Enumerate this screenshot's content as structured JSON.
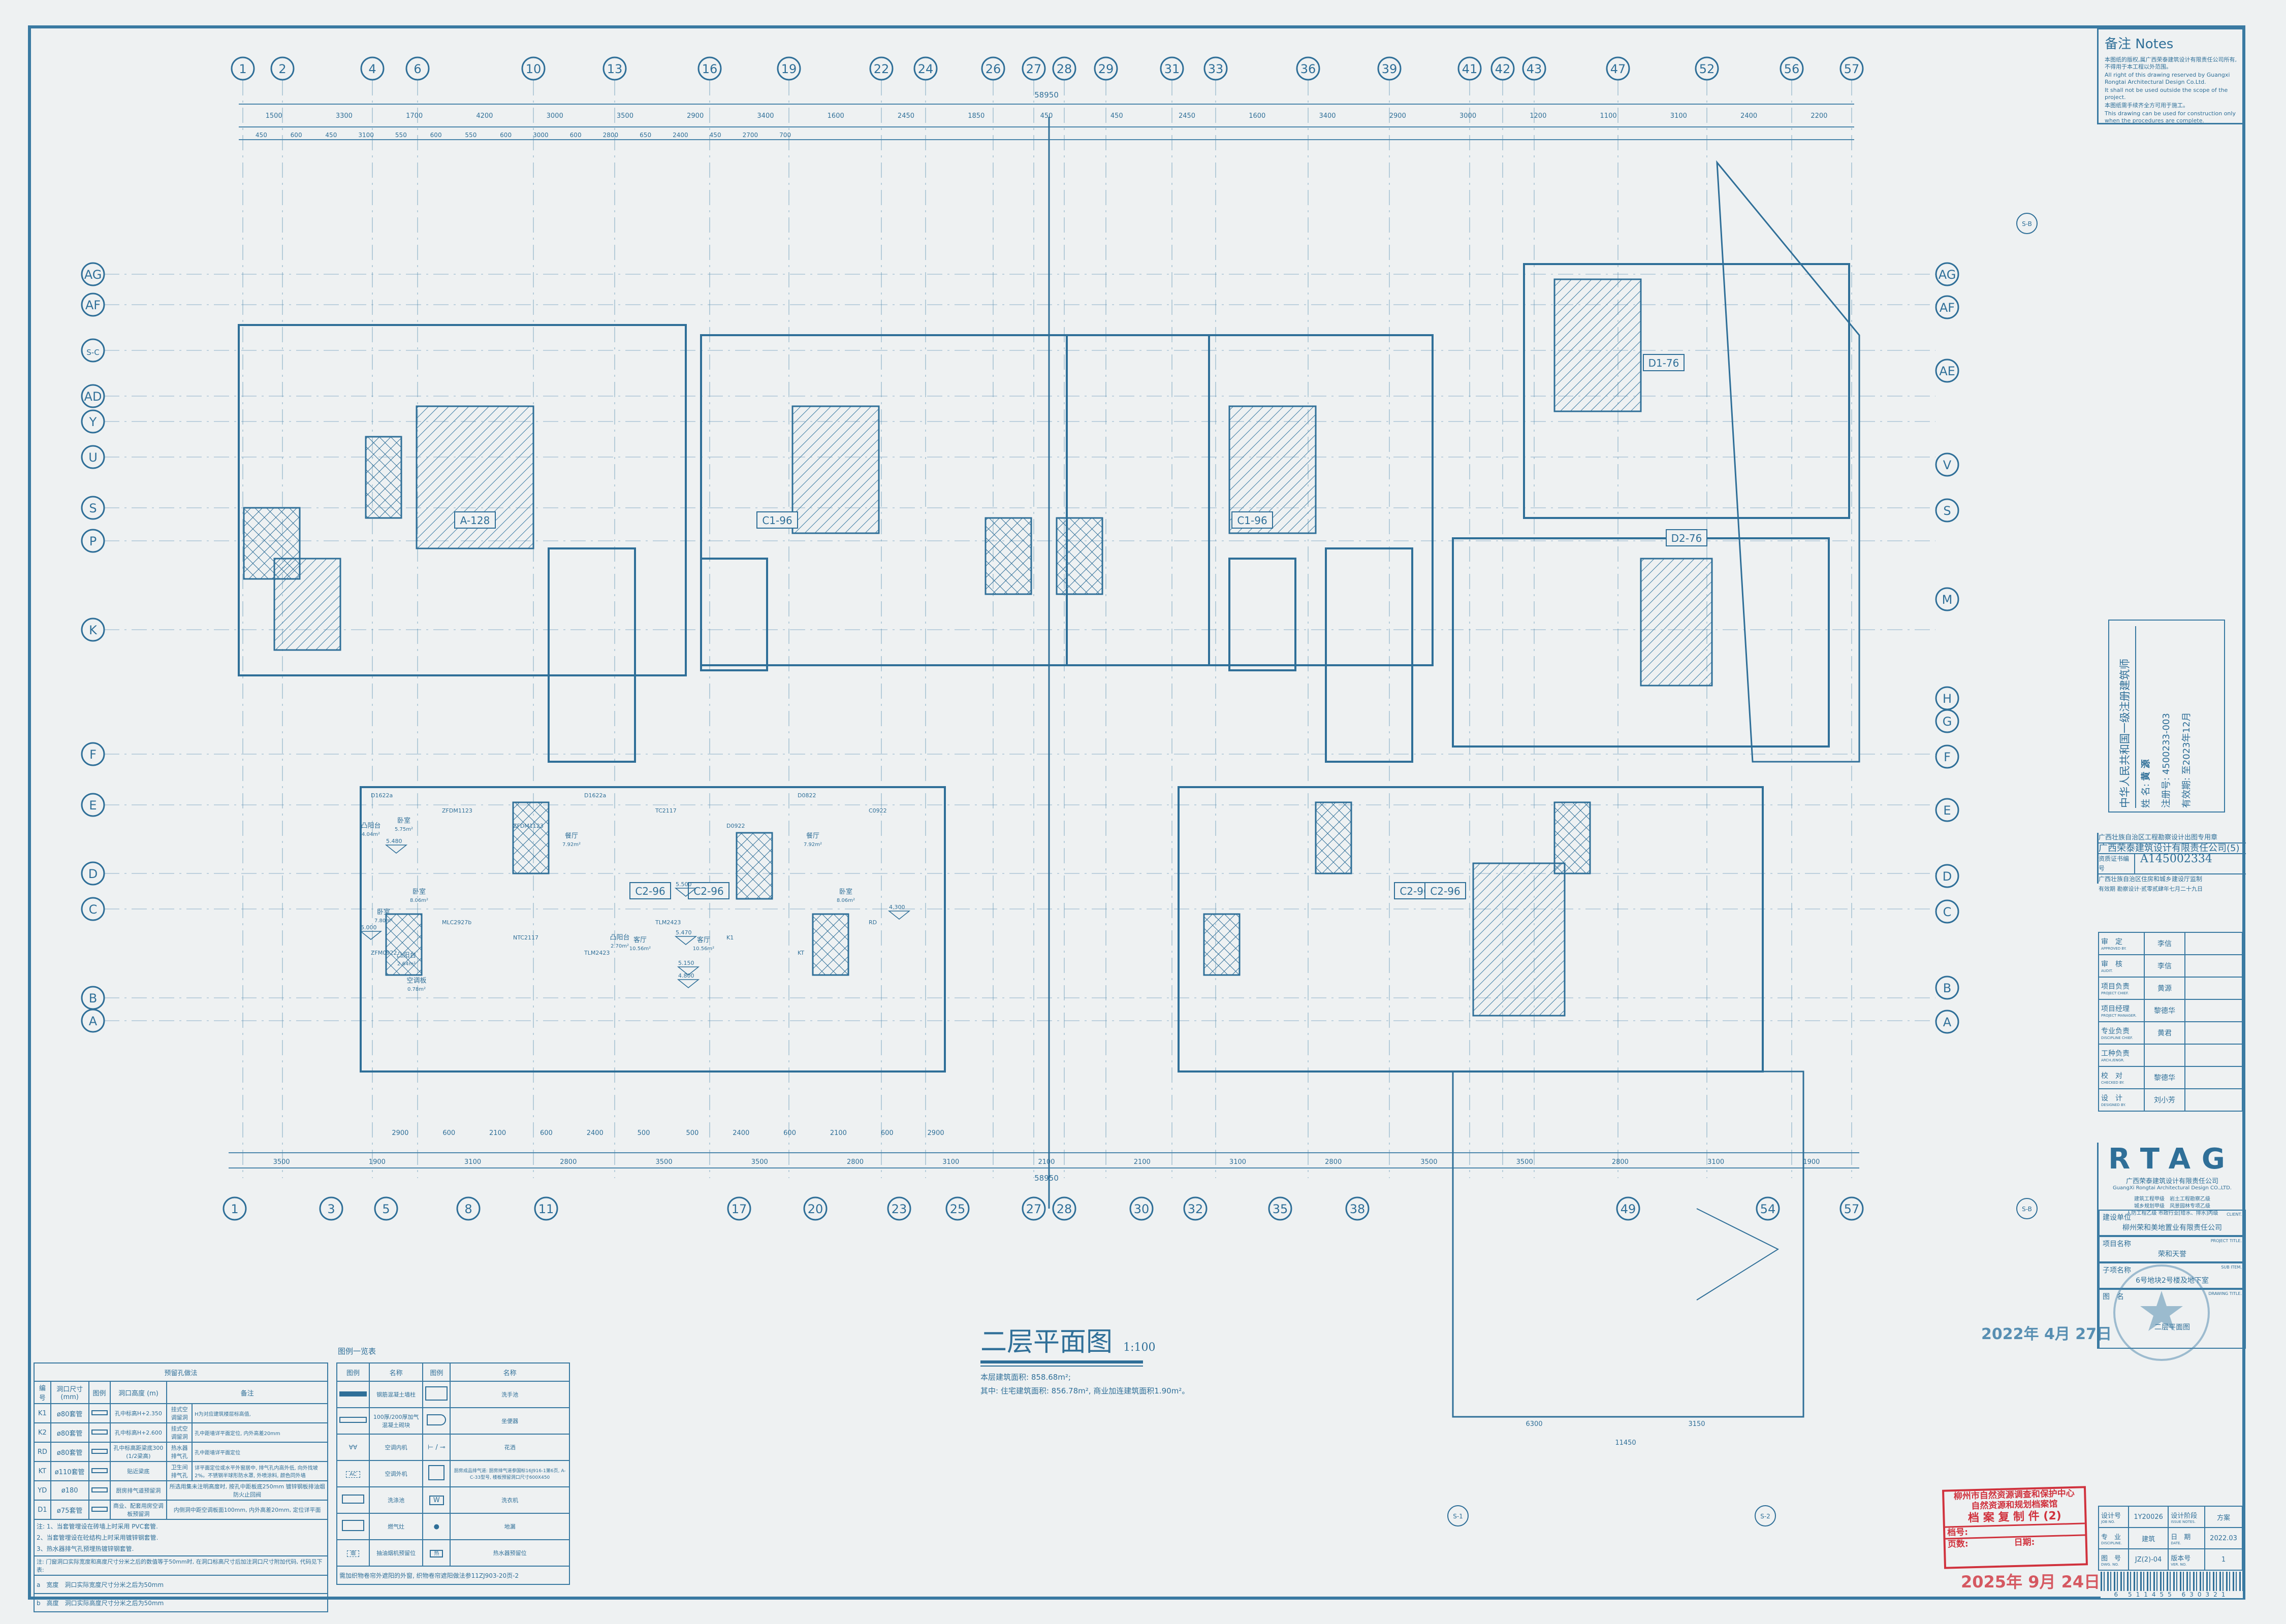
{
  "drawing": {
    "title": "二层平面图",
    "scale": "1:100",
    "area_total": "本层建筑面积: 858.68m²;",
    "area_detail": "其中: 住宅建筑面积: 856.78m², 商业加连建筑面积1.90m²。",
    "overall_dim_top": "58950",
    "overall_dim_bottom": "58950",
    "bottom_right_dims": [
      "6300",
      "3150",
      "11450"
    ],
    "axes_top": [
      "1",
      "2",
      "4",
      "6",
      "10",
      "13",
      "16",
      "19",
      "22",
      "24",
      "26",
      "27",
      "28",
      "29",
      "31",
      "33",
      "36",
      "39",
      "41",
      "42",
      "43",
      "47",
      "52",
      "56",
      "57"
    ],
    "axes_bottom": [
      "1",
      "3",
      "5",
      "8",
      "11",
      "17",
      "20",
      "23",
      "25",
      "27",
      "28",
      "30",
      "32",
      "35",
      "38",
      "49",
      "54",
      "57"
    ],
    "axes_left": [
      "AG",
      "AF",
      "S-C",
      "AD",
      "Y",
      "U",
      "S",
      "P",
      "K",
      "F",
      "E",
      "D",
      "C",
      "B",
      "A"
    ],
    "axes_right": [
      "AG",
      "AF",
      "AE",
      "V",
      "S",
      "M",
      "H",
      "G",
      "F",
      "E",
      "D",
      "C",
      "B",
      "A"
    ],
    "section_marks": [
      "S-B",
      "S-B",
      "S-1",
      "S-2"
    ],
    "dims_top_row1": [
      "1500",
      "3300",
      "1700",
      "4200",
      "3000",
      "3500",
      "2900",
      "3400",
      "1600",
      "2450",
      "1850",
      "450",
      "450",
      "2450",
      "1600",
      "3400",
      "2900",
      "3000",
      "1200",
      "1100",
      "3100",
      "2400",
      "2200"
    ],
    "dims_top_row2": [
      "450",
      "600",
      "450",
      "3100",
      "550",
      "600",
      "550",
      "600",
      "3000",
      "600",
      "2800",
      "650",
      "2400",
      "450",
      "2700",
      "700"
    ],
    "dims_bottom": [
      "3500",
      "1900",
      "3100",
      "2800",
      "3500",
      "3500",
      "2800",
      "3100",
      "2100",
      "2100",
      "3100",
      "2800",
      "3500",
      "3500",
      "2800",
      "3100",
      "1900"
    ],
    "dims_bottom_row2": [
      "2900",
      "600",
      "2100",
      "600",
      "2400",
      "500",
      "500",
      "2400",
      "600",
      "2100",
      "600",
      "2900"
    ],
    "units": [
      "A-128",
      "C1-96",
      "C1-96",
      "D1-76",
      "D2-76",
      "C2-96",
      "C2-96",
      "C2-96",
      "C2-96"
    ],
    "rooms": [
      {
        "name": "卧室",
        "area": "5.75m²"
      },
      {
        "name": "餐厅",
        "area": "7.92m²"
      },
      {
        "name": "客厅",
        "area": "10.56m²"
      },
      {
        "name": "卧室",
        "area": "8.06m²"
      },
      {
        "name": "卧室",
        "area": "7.80m²"
      },
      {
        "name": "凸阳台",
        "area": "4.04m²"
      },
      {
        "name": "凸阳台",
        "area": "2.70m²"
      },
      {
        "name": "凸阳台",
        "area": "2.64m²"
      },
      {
        "name": "空调板",
        "area": "0.78m²"
      },
      {
        "name": "客厅",
        "area": "10.56m²"
      },
      {
        "name": "餐厅",
        "area": "7.92m²"
      },
      {
        "name": "卧室",
        "area": "8.06m²"
      }
    ],
    "door_tags": [
      "D1622a",
      "ZFDM1123",
      "ZFDM1123",
      "D1622a",
      "TC2117",
      "D0922",
      "D0822",
      "C0922",
      "ZFM0922",
      "MLC2927b",
      "NTC2117",
      "TLM2423",
      "TLM2423",
      "K1",
      "KT",
      "RD"
    ],
    "levels": [
      "5.480",
      "5.500",
      "5.470",
      "5.150",
      "4.800",
      "5.000",
      "4.300"
    ]
  },
  "hole_table": {
    "title": "预留孔做法",
    "headers": [
      "编号",
      "洞口尺寸 (mm)",
      "图例",
      "洞口高度 (m)",
      "备注"
    ],
    "rows": [
      [
        "K1",
        "ø80套管",
        "孔中标高H+2.350",
        "挂式空调留洞",
        "H为对应建筑楼层标高值,"
      ],
      [
        "K2",
        "ø80套管",
        "孔中标高H+2.600",
        "挂式空调留洞",
        "孔中距墙详平面定位, 内外高差20mm"
      ],
      [
        "RD",
        "ø80套管",
        "孔中标高距梁底300 (1/2梁高)",
        "热水器排气孔",
        "孔中距墙详平面定位"
      ],
      [
        "KT",
        "ø110套管",
        "贴近梁底",
        "卫生间排气孔",
        "详平面定位或水平外窗居中, 排气孔内高外低, 向外找坡2%。不锈钢半球形防水罩, 外喷涂料, 颜色同外墙"
      ],
      [
        "YD",
        "ø180",
        "厨房排气道预留洞",
        "所选用集未注明高度时, 按孔中距板底250mm 镀锌钢板排油烟防火止回阀",
        ""
      ],
      [
        "D1",
        "ø75套管",
        "商业、配套用房空调板预留洞",
        "内侧洞中距空调板面100mm, 内外高差20mm, 定位详平面",
        ""
      ]
    ],
    "notes": [
      "注: 1、当套管埋设在砖墙上时采用 PVC套管.",
      "2、当套管埋设在砼结构上时采用镀锌钢套管.",
      "3、热水器排气孔预埋热镀锌钢套管."
    ],
    "opening_note": "注: 门窗洞口实际宽度和高度尺寸分米之后的数值等于50mm时, 在洞口标高尺寸后加注洞口尺寸附加代码, 代码见下表:",
    "codes": [
      [
        "a",
        "宽度",
        "洞口实际宽度尺寸分米之后为50mm"
      ],
      [
        "b",
        "高度",
        "洞口实际高度尺寸分米之后为50mm"
      ]
    ]
  },
  "legend_table": {
    "title": "图例一览表",
    "headers": [
      "图例",
      "名称",
      "图例",
      "名称"
    ],
    "rows": [
      [
        "钢筋混凝土墙柱",
        "洗手池"
      ],
      [
        "100厚/200厚加气混凝土砌块",
        "坐便器"
      ],
      [
        "空调内机",
        "花洒"
      ],
      [
        "空调外机",
        "厨房成品排气道: 厨房排气道参国标16J916-1第6页, A-C-33型号, 楼板预留洞口尺寸600X450"
      ],
      [
        "洗涤池",
        "洗衣机"
      ],
      [
        "燃气灶",
        "地漏"
      ],
      [
        "抽油烟机预留位",
        "热水器预留位"
      ]
    ],
    "symbols": {
      "ac": "AC",
      "washer": "W",
      "heater": "热",
      "hood": "烟"
    },
    "footer": "需加织物卷帘外遮阳的外窗, 织物卷帘遮阳做法参11ZJ903-20页-2"
  },
  "notes": {
    "title": "备注 Notes",
    "items": [
      "本图纸的版权,属广西荣泰建筑设计有限责任公司所有,不得用于本工程以外范围。",
      "All right of this drawing reserved by Guangxi Rongtai Architectural Design Co.Ltd.",
      "It shall not be used outside the scope of the project.",
      "本图纸需手续齐全方可用于施工。",
      "This drawing can be used for construction only when the procedures are complete."
    ]
  },
  "architect_seal": {
    "header": "中华人民共和国一级注册建筑师",
    "name_label": "姓 名:",
    "name": "黄 源",
    "reg_label": "注册号:",
    "reg": "4500233-003",
    "valid_label": "有效期:",
    "valid": "至2023年12月"
  },
  "company": {
    "seal_line1": "广西壮族自治区工程勘察设计出图专用章",
    "name_cn": "广西荣泰建筑设计有限责任公司(5)",
    "cert_label": "资质证书编号",
    "cert_no": "A145002334",
    "issuer": "广西壮族自治区住房和城乡建设厅监制",
    "validity": "有效期 勘察设计·贰零贰肆年七月二十九日",
    "logo": "RTAG",
    "full_cn": "广西荣泰建筑设计有限责任公司",
    "full_en": "GuangXi Rongtai Architectural Design CO.,LTD.",
    "grades": [
      "建筑工程甲级　岩土工程勘察乙级",
      "城乡规划甲级　风景园林专项乙级",
      "人防工程乙级 市政行业[给水、排水]丙级"
    ]
  },
  "signoffs": [
    {
      "role": "审　定",
      "en": "APPROVED BY.",
      "name": "李信"
    },
    {
      "role": "审　核",
      "en": "AUDIT.",
      "name": "李信"
    },
    {
      "role": "项目负责",
      "en": "PROJECT CHIEF.",
      "name": "黄源"
    },
    {
      "role": "项目经理",
      "en": "PROJECT MANAGER.",
      "name": "黎德华"
    },
    {
      "role": "专业负责",
      "en": "DISCIPLINE CHIEF.",
      "name": "黄君"
    },
    {
      "role": "工种负责",
      "en": "ARCH./ENGR.",
      "name": ""
    },
    {
      "role": "校　对",
      "en": "CHECKED BY.",
      "name": "黎德华"
    },
    {
      "role": "设　计",
      "en": "DESIGNED BY.",
      "name": "刘小芳"
    }
  ],
  "project": {
    "client_label": "建设单位",
    "client_en": "CLIENT.",
    "client": "柳州荣和美地置业有限责任公司",
    "title_label": "项目名称",
    "title_en": "PROJECT TITLE.",
    "title": "荣和天誉",
    "sub_label": "子项名称",
    "sub_en": "SUB ITEM.",
    "sub": "6号地块2号楼及地下室",
    "drawing_label": "图　名",
    "drawing_en": "DRAWING TITLE.",
    "drawing": "二层平面图",
    "stamp_date": "2022年 4月 27日"
  },
  "meta": [
    {
      "label": "设计号",
      "en": "JOB NO.",
      "value": "1Y20026",
      "label2": "设计阶段",
      "en2": "ISSUE NOTES.",
      "value2": "方案"
    },
    {
      "label": "专　业",
      "en": "DISCIPLINE.",
      "value": "建筑",
      "label2": "日　期",
      "en2": "DATE.",
      "value2": "2022.03"
    },
    {
      "label": "图　号",
      "en": "DWG. NO.",
      "value": "JZ(2)-04",
      "label2": "版本号",
      "en2": "VER. NO.",
      "value2": "1"
    }
  ],
  "barcode": "6 511455 630321",
  "archive_stamp": {
    "line1": "柳州市自然资源调查和保护中心",
    "line2": "自然资源和规划档案馆",
    "line3": "档 案 复 制 件 (2)",
    "file_label": "档号:",
    "pages_label": "页数:",
    "date_label": "日期:",
    "date": "2025年 9月 24日"
  },
  "colors": {
    "ink": "#2f6f98",
    "paper": "#eef1f2",
    "stamp_red": "#d0323d"
  }
}
